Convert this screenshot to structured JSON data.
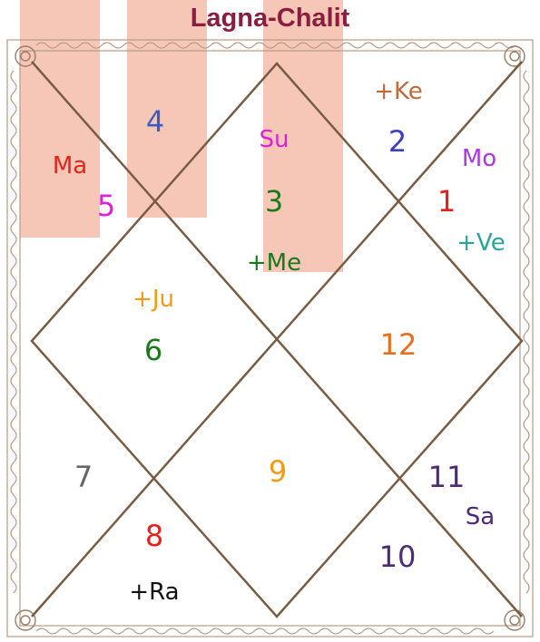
{
  "title": "Lagna-Chalit",
  "colors": {
    "title": "#8b1e3f",
    "frame_line": "#7a5c43",
    "border_ornament": "#b79a85",
    "watermark": "#f6c7b7"
  },
  "houses": [
    {
      "house": 1,
      "number": "1",
      "number_color": "#e4231d",
      "planets": [
        {
          "text": "Mo",
          "color": "#b036e0"
        },
        {
          "text": "+Ve",
          "color": "#26a69a"
        }
      ]
    },
    {
      "house": 2,
      "number": "2",
      "number_color": "#3a3ec1",
      "planets": [
        {
          "text": "+Ke",
          "color": "#c06a3c"
        }
      ]
    },
    {
      "house": 3,
      "number": "3",
      "number_color": "#1a7a1a",
      "planets": [
        {
          "text": "Su",
          "color": "#e020d8"
        },
        {
          "text": "+Me",
          "color": "#1a7a1a"
        }
      ]
    },
    {
      "house": 4,
      "number": "4",
      "number_color": "#3b5cc4",
      "planets": []
    },
    {
      "house": 5,
      "number": "5",
      "number_color": "#e020d8",
      "planets": [
        {
          "text": "Ma",
          "color": "#e4231d"
        }
      ]
    },
    {
      "house": 6,
      "number": "6",
      "number_color": "#1a7a1a",
      "planets": [
        {
          "text": "+Ju",
          "color": "#f39c12"
        }
      ]
    },
    {
      "house": 7,
      "number": "7",
      "number_color": "#666666",
      "planets": []
    },
    {
      "house": 8,
      "number": "8",
      "number_color": "#e4231d",
      "planets": [
        {
          "text": "+Ra",
          "color": "#111111"
        }
      ]
    },
    {
      "house": 9,
      "number": "9",
      "number_color": "#f39c12",
      "planets": []
    },
    {
      "house": 10,
      "number": "10",
      "number_color": "#4b2a7a",
      "planets": []
    },
    {
      "house": 11,
      "number": "11",
      "number_color": "#4b2a7a",
      "planets": [
        {
          "text": "Sa",
          "color": "#4b2a7a"
        }
      ]
    },
    {
      "house": 12,
      "number": "12",
      "number_color": "#e86e1c",
      "planets": []
    }
  ]
}
